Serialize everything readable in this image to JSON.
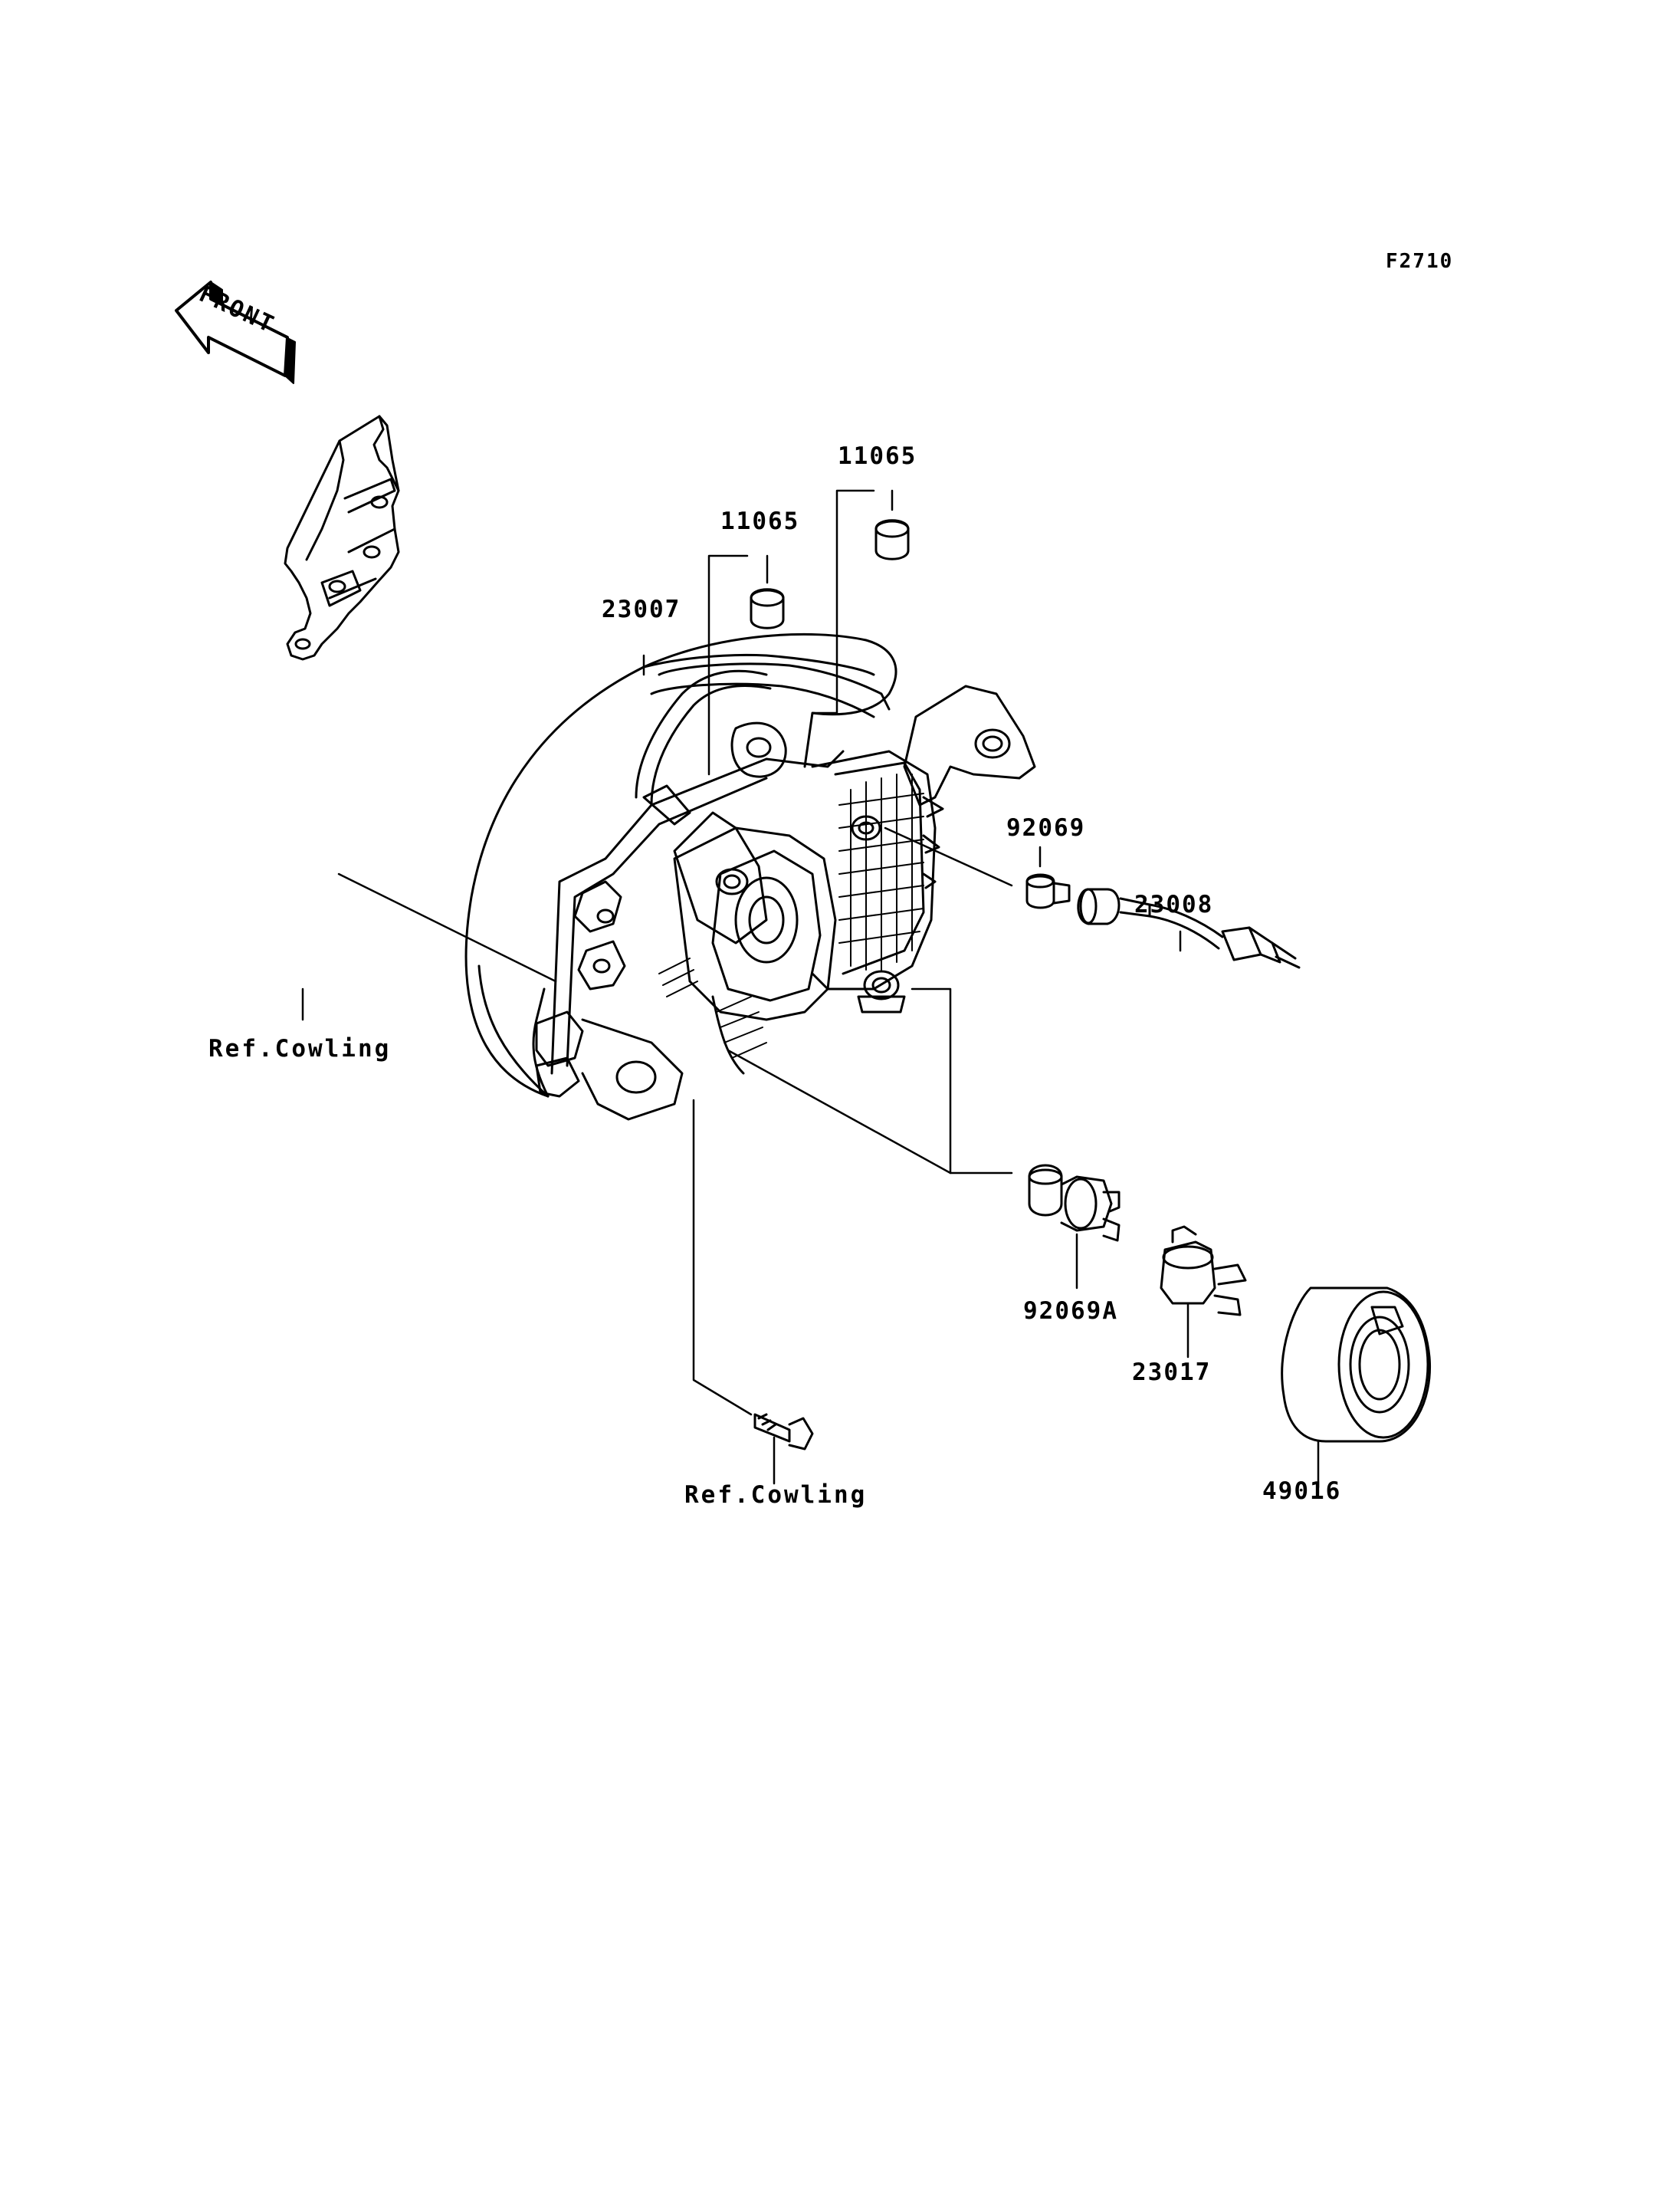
{
  "figure_code": "F2710",
  "front_arrow": {
    "text": "FRONT"
  },
  "parts": {
    "p11065_top": "11065",
    "p11065_mid": "11065",
    "p23007": "23007",
    "p92069": "92069",
    "p23008": "23008",
    "p92069a": "92069A",
    "p23017": "23017",
    "p49016": "49016",
    "ref_cowling_left": "Ref.Cowling",
    "ref_cowling_bottom": "Ref.Cowling"
  },
  "colors": {
    "line": "#000000",
    "background": "#ffffff"
  }
}
